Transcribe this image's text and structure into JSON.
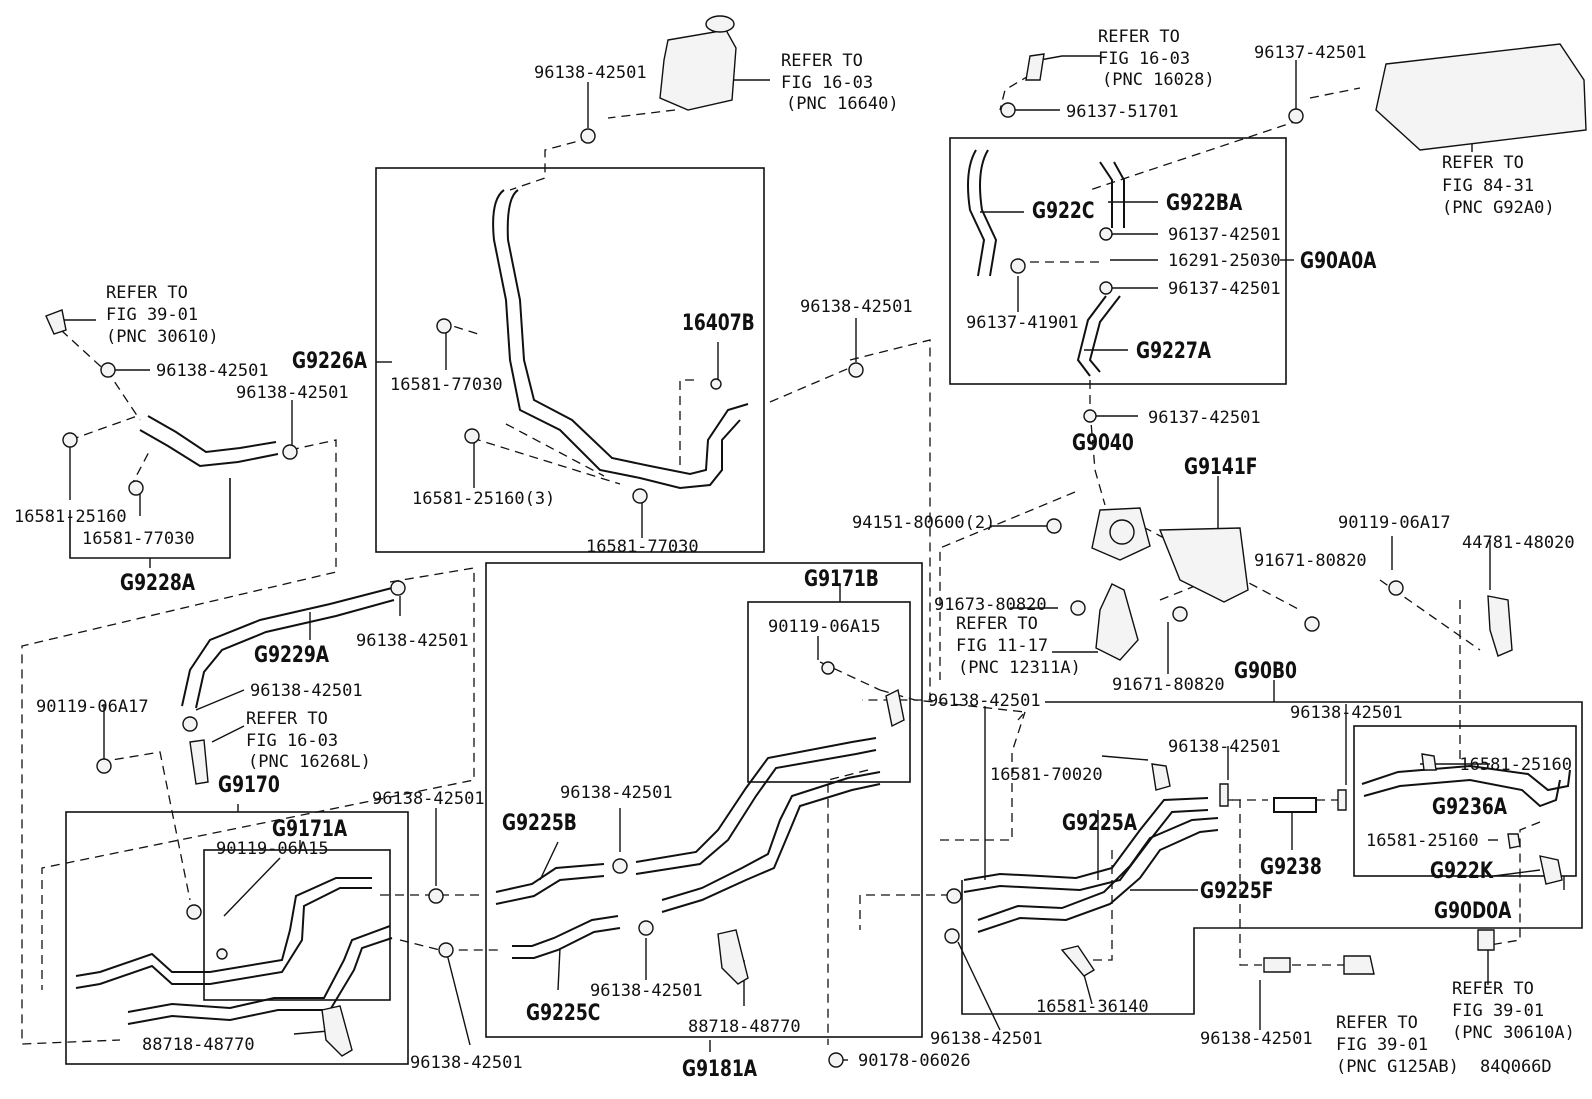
{
  "diagram_id": "84Q066D",
  "labels": {
    "refer_1603_16640": [
      "REFER TO",
      "FIG 16-03",
      "(PNC 16640)"
    ],
    "refer_1603_16028": [
      "REFER TO",
      "FIG 16-03",
      "(PNC 16028)"
    ],
    "refer_8431": [
      "REFER TO",
      "FIG 84-31",
      "(PNC G92A0)"
    ],
    "refer_3901_30610": [
      "REFER TO",
      "FIG 39-01",
      "(PNC 30610)"
    ],
    "refer_1603_16268l": [
      "REFER TO",
      "FIG 16-03",
      "(PNC 16268L)"
    ],
    "refer_1117": [
      "REFER TO",
      "FIG 11-17",
      "(PNC 12311A)"
    ],
    "refer_3901_g125ab": [
      "REFER TO",
      "FIG 39-01",
      "(PNC G125AB)"
    ],
    "refer_3901_30610a": [
      "REFER TO",
      "FIG 39-01",
      "(PNC 30610A)"
    ],
    "p96138_42501": "96138-42501",
    "p96137_42501": "96137-42501",
    "p96137_51701": "96137-51701",
    "p96137_41901": "96137-41901",
    "p16291_25030": "16291-25030",
    "p16581_77030": "16581-77030",
    "p16581_25160": "16581-25160",
    "p16581_25160_3": "16581-25160(3)",
    "p16581_70020": "16581-70020",
    "p16581_36140": "16581-36140",
    "p90119_06a17": "90119-06A17",
    "p90119_06a15": "90119-06A15",
    "p94151_80600_2": "94151-80600(2)",
    "p91673_80820": "91673-80820",
    "p91671_80820": "91671-80820",
    "p44781_48020": "44781-48020",
    "p88718_48770": "88718-48770",
    "p90178_06026": "90178-06026",
    "g9226a": "G9226A",
    "g16407b": "16407B",
    "g922c": "G922C",
    "g922ba": "G922BA",
    "g90a0a": "G90A0A",
    "g9227a": "G9227A",
    "g9040": "G9040",
    "g9141f": "G9141F",
    "g9228a": "G9228A",
    "g9229a": "G9229A",
    "g9171b": "G9171B",
    "g90b0": "G90B0",
    "g9170": "G9170",
    "g9171a": "G9171A",
    "g9225b": "G9225B",
    "g9225a": "G9225A",
    "g9236a": "G9236A",
    "g922k": "G922K",
    "g9238": "G9238",
    "g9225f": "G9225F",
    "g90d0a": "G90D0A",
    "g9225c": "G9225C",
    "g9181a": "G9181A"
  }
}
